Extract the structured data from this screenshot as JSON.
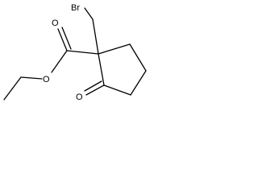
{
  "molecule": {
    "atoms": {
      "bromine": "Br",
      "carbonyl_oxygen_ester": "O",
      "ether_oxygen": "O",
      "ketone_oxygen": "O"
    },
    "colors": {
      "bond": "#000000",
      "text": "#000000",
      "background": "#ffffff"
    }
  }
}
